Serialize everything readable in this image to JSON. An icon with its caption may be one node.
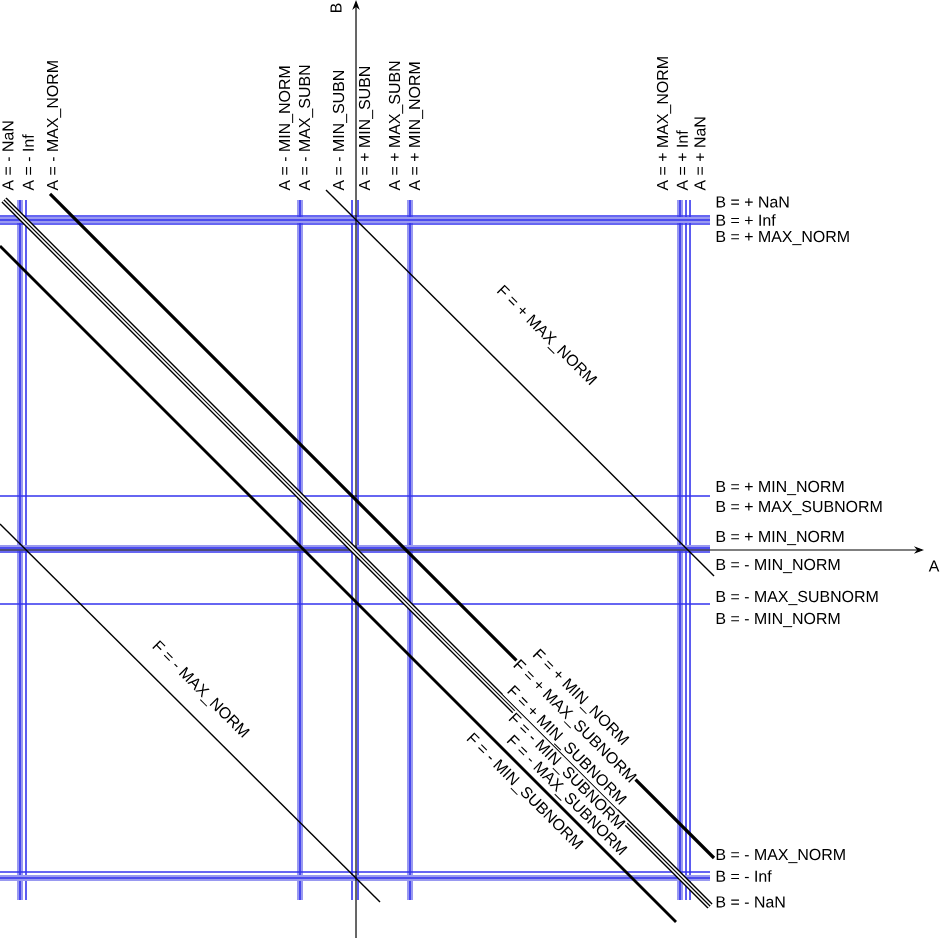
{
  "diagram": {
    "labels": [
      "A = - NaN",
      "A = - Inf",
      "A = - MAX_NORM",
      "A = - MIN_NORM",
      "A = - MAX_SUBN",
      "A = - MIN_SUBN",
      "B",
      "A = + MIN_SUBN",
      "A = + MAX_SUBN",
      "A = + MIN_NORM",
      "A = + MAX_NORM",
      "A = + Inf",
      "A = + NaN",
      "B = + NaN",
      "B = + Inf",
      "B = + MAX_NORM",
      "F = + MAX_NORM",
      "B = + MIN_NORM",
      "B = + MAX_SUBNORM",
      "B = + MIN_NORM",
      "B = - MIN_NORM",
      "A",
      "B = - MAX_SUBNORM",
      "B = - MIN_NORM",
      "F = - MAX_NORM",
      "F = + MIN_NORM",
      "F = + MAX_SUBNORM",
      "F = + MIN_SUBNORM",
      "F = - MIN_SUBNORM",
      "F = - MAX_SUBNORM",
      "F = - MIN_SUBNORM",
      "B = - MAX_NORM",
      "B = - Inf",
      "B = - NaN"
    ]
  }
}
